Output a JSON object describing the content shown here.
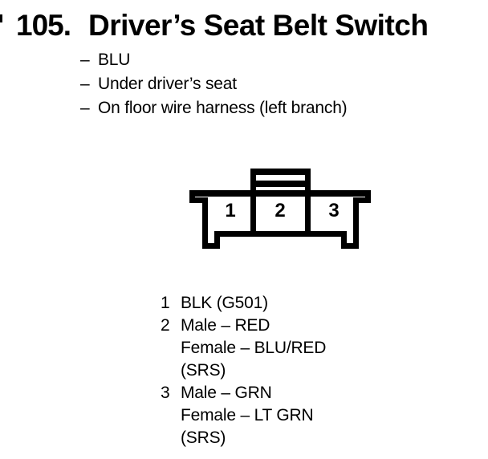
{
  "page": {
    "title_number": "105.",
    "title": "Driver’s Seat Belt Switch",
    "bullet_dash": "–",
    "bullets": [
      "BLU",
      "Under driver’s seat",
      "On floor wire harness (left branch)"
    ]
  },
  "connector": {
    "cavities": [
      "1",
      "2",
      "3"
    ]
  },
  "legend": {
    "items": [
      {
        "pin": "1",
        "lines": [
          "BLK (G501)"
        ]
      },
      {
        "pin": "2",
        "lines": [
          "Male – RED",
          "Female – BLU/RED",
          "(SRS)"
        ]
      },
      {
        "pin": "3",
        "lines": [
          "Male – GRN",
          "Female – LT GRN",
          "(SRS)"
        ]
      }
    ]
  },
  "colors": {
    "ink": "#000000",
    "paper": "#ffffff"
  }
}
